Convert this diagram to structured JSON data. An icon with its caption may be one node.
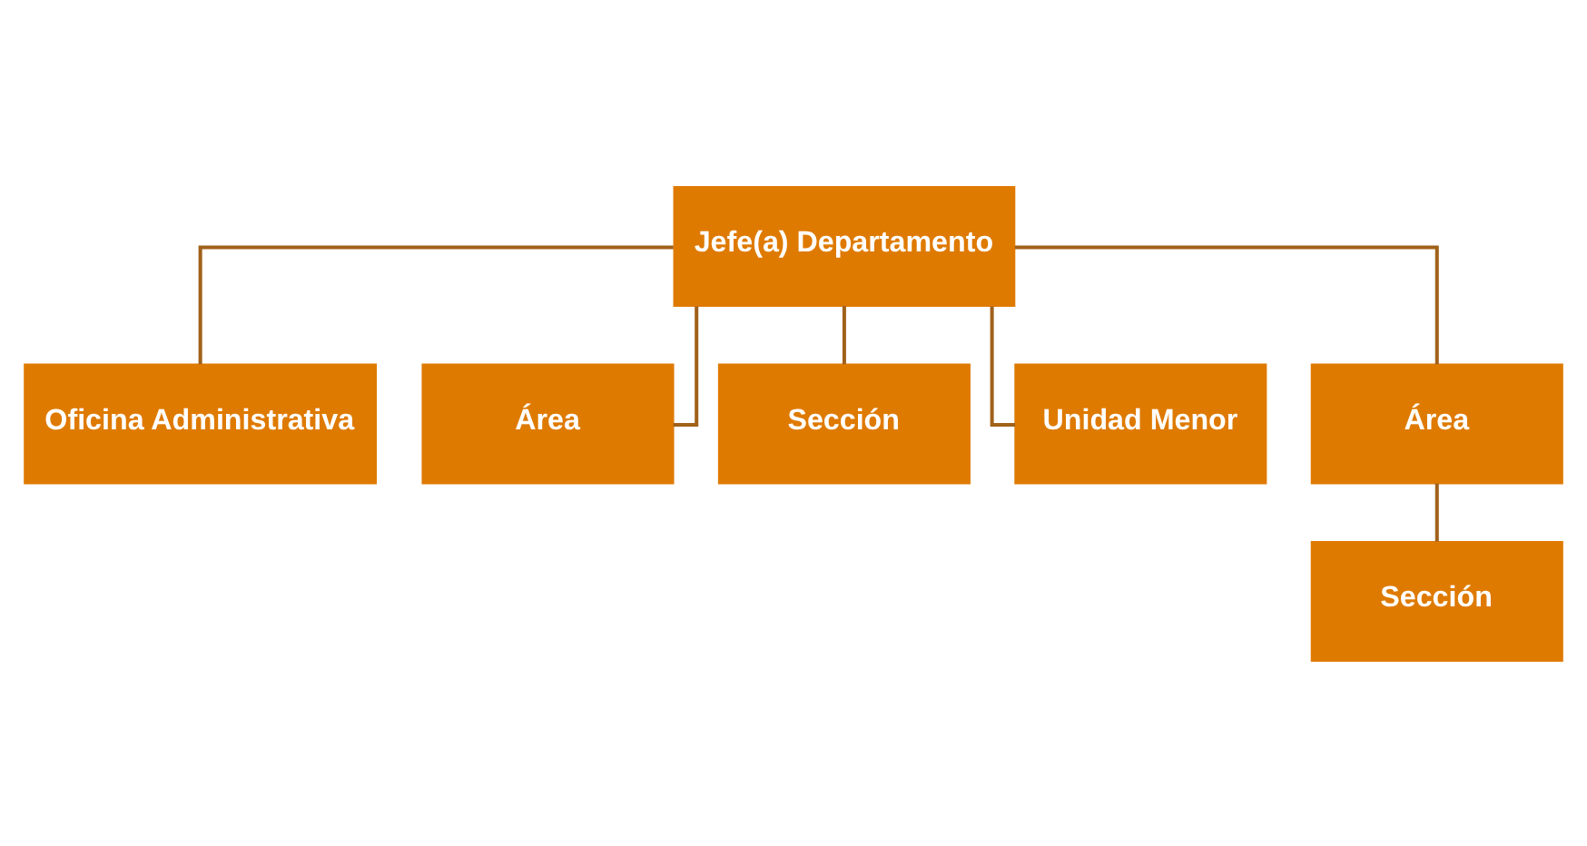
{
  "diagram": {
    "nodes": [
      {
        "text": [
          "Jefe(a) Departamento"
        ]
      },
      {
        "text": [
          "Oficina Administrativa"
        ]
      },
      {
        "text": [
          "Área"
        ]
      },
      {
        "text": [
          "Sección"
        ]
      },
      {
        "text": [
          "Unidad Menor"
        ]
      },
      {
        "text": [
          "Área"
        ]
      },
      {
        "text": [
          "Sección"
        ]
      }
    ],
    "edges": [
      {
        "from": 0,
        "to": 1,
        "arrow": "none"
      },
      {
        "from": 0,
        "to": 2,
        "arrow": "none"
      },
      {
        "from": 0,
        "to": 3,
        "arrow": "none"
      },
      {
        "from": 0,
        "to": 4,
        "arrow": "none"
      },
      {
        "from": 0,
        "to": 5,
        "arrow": "none"
      },
      {
        "from": 5,
        "to": 6,
        "arrow": "none"
      }
    ]
  }
}
